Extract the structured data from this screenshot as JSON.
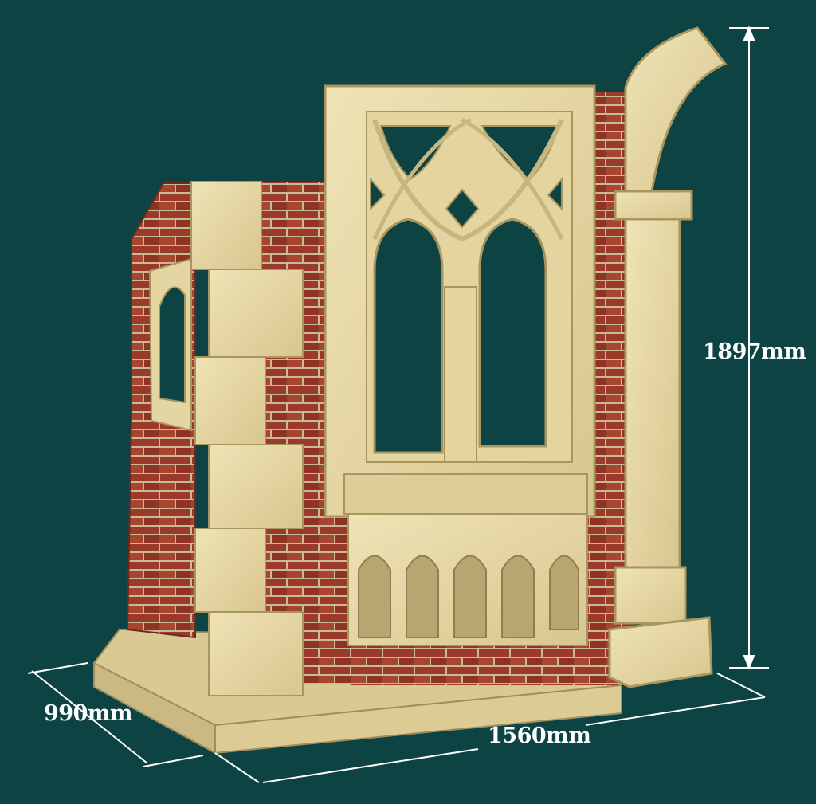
{
  "dimensions": {
    "height": "1897mm",
    "depth": "990mm",
    "width": "1560mm"
  },
  "colors": {
    "background": "#0d4443",
    "brick": "#9b3a28",
    "mortar": "#c9b89a",
    "stone": "#e6d8a6",
    "stone_shadow": "#b9a777",
    "dimension_line": "#ffffff"
  }
}
